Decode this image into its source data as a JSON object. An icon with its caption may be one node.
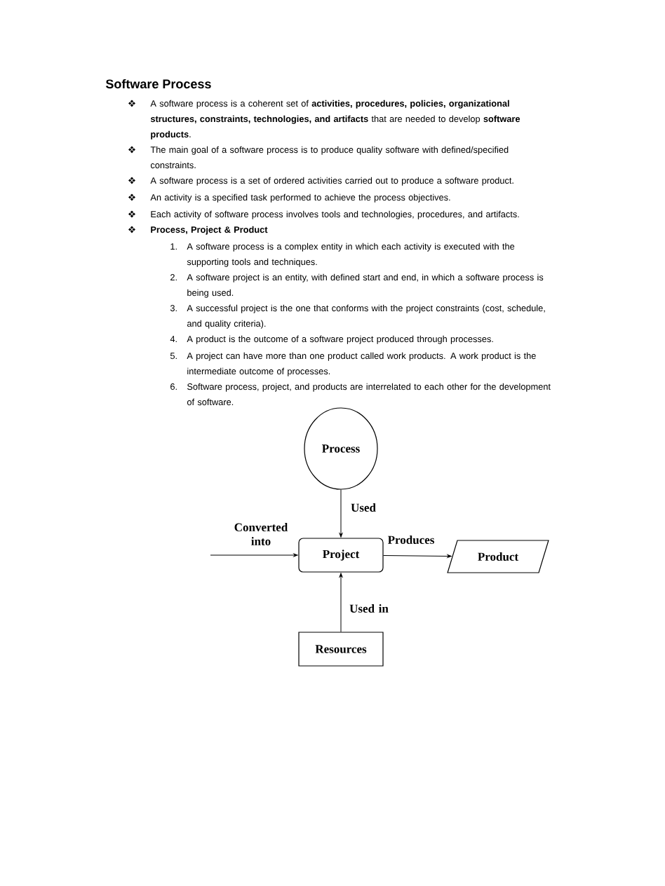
{
  "diagram": {
    "title": "Software Process",
    "nodes": [
      {
        "text": [
          "Process"
        ]
      },
      {
        "text": [
          "Project"
        ]
      },
      {
        "text": [
          "Product"
        ]
      },
      {
        "text": [
          "Resources"
        ]
      }
    ],
    "edges": [
      {
        "from": 0,
        "to": 1,
        "arrow": "to",
        "label": "Used"
      },
      {
        "from": null,
        "to": 1,
        "arrow": "to",
        "label": "Converted into"
      },
      {
        "from": 1,
        "to": 2,
        "arrow": "to",
        "label": "Produces"
      },
      {
        "from": 3,
        "to": 1,
        "arrow": "to",
        "label": "Used in"
      }
    ],
    "labels": [
      "A software process is a coherent set of **activities, procedures, policies, organizational structures, constraints, technologies, and artifacts** that are needed to develop **software products**.",
      "The main goal of a software process is to produce quality software with defined/specified constraints.",
      "A software process is a set of ordered activities carried out to produce a software product.",
      "An activity is a specified task performed to achieve the process objectives.",
      "Each activity of software process involves tools and technologies, procedures, and artifacts.",
      "Process, Project & Product",
      "1.",
      "A software process is a complex entity in which each activity is executed with the supporting tools and techniques.",
      "2.",
      "A software project is an entity, with defined start and end, in which a software process is being used.",
      "3.",
      "A successful project is the one that conforms with the project constraints (cost, schedule, and quality criteria).",
      "4.",
      "A product is the outcome of a software project produced through processes.",
      "5.",
      "A project can have more than one product called work products. A work product is the intermediate outcome of processes.",
      "6.",
      "Software process, project, and products are interrelated to each other for the development of software."
    ]
  }
}
